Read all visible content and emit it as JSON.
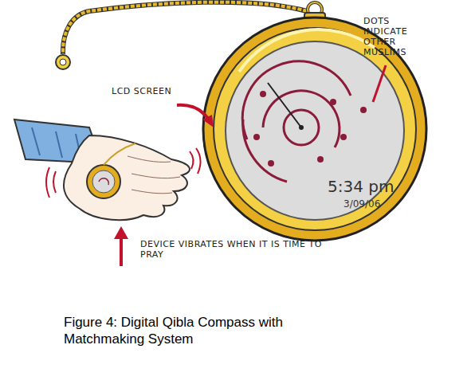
{
  "diagram": {
    "caption": "Figure 4: Digital Qibla Compass with Matchmaking System",
    "nodes": [
      {
        "text": [
          "5:34 pm",
          "3/09/06"
        ]
      }
    ],
    "labels": [
      "LCD SCREEN",
      "DOTS INDICATE OTHER MUSLIMS",
      "DEVICE VIBRATES WHEN IT IS TIME TO PRAY"
    ]
  }
}
